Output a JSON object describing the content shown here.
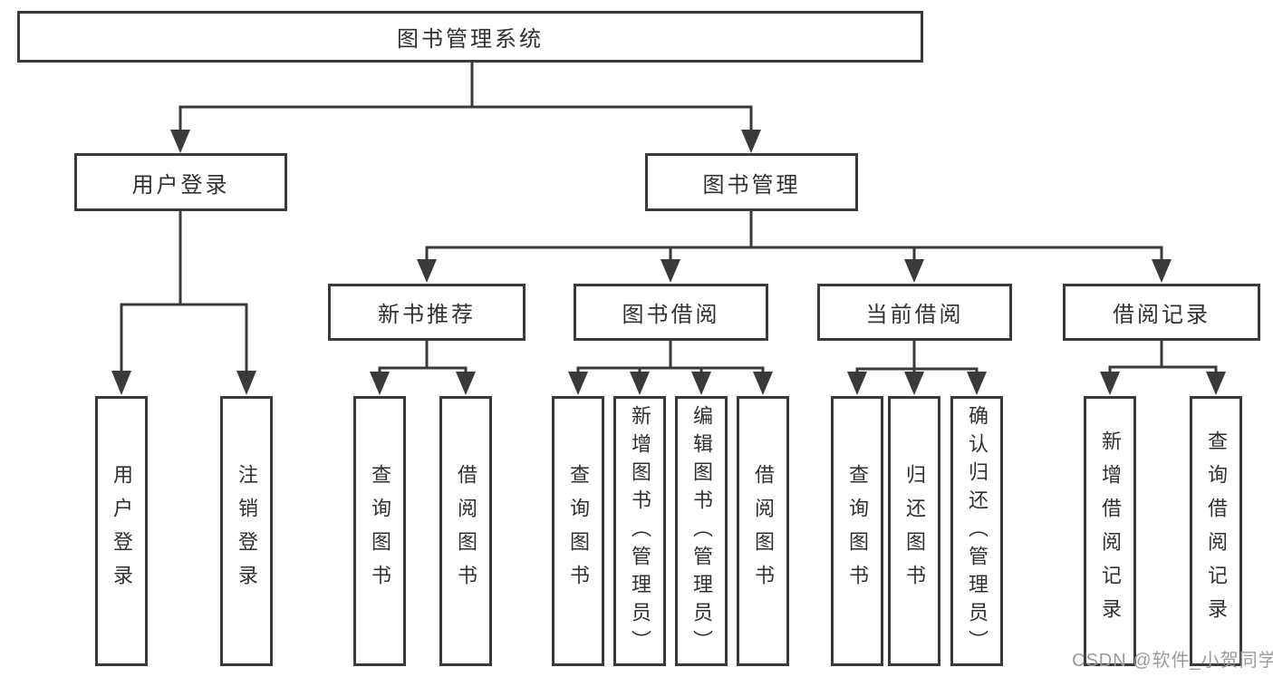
{
  "tree": {
    "label": "图书管理系统",
    "children": [
      {
        "label": "用户登录",
        "children": [
          {
            "label": "用户登录"
          },
          {
            "label": "注销登录"
          }
        ]
      },
      {
        "label": "图书管理",
        "children": [
          {
            "label": "新书推荐",
            "children": [
              {
                "label": "查询图书"
              },
              {
                "label": "借阅图书"
              }
            ]
          },
          {
            "label": "图书借阅",
            "children": [
              {
                "label": "查询图书"
              },
              {
                "label": "新增图书（管理员）"
              },
              {
                "label": "编辑图书（管理员）"
              },
              {
                "label": "借阅图书"
              }
            ]
          },
          {
            "label": "当前借阅",
            "children": [
              {
                "label": "查询图书"
              },
              {
                "label": "归还图书"
              },
              {
                "label": "确认归还（管理员）"
              }
            ]
          },
          {
            "label": "借阅记录",
            "children": [
              {
                "label": "新增借阅记录"
              },
              {
                "label": "查询借阅记录"
              }
            ]
          }
        ]
      }
    ]
  },
  "watermark": {
    "text": "CSDN @软件_小贺同学"
  },
  "colors": {
    "line": "#3a3a3c",
    "box_border": "#3a3a3c",
    "text": "#303034",
    "watermark": "#9b9b9b",
    "background": "#ffffff"
  }
}
